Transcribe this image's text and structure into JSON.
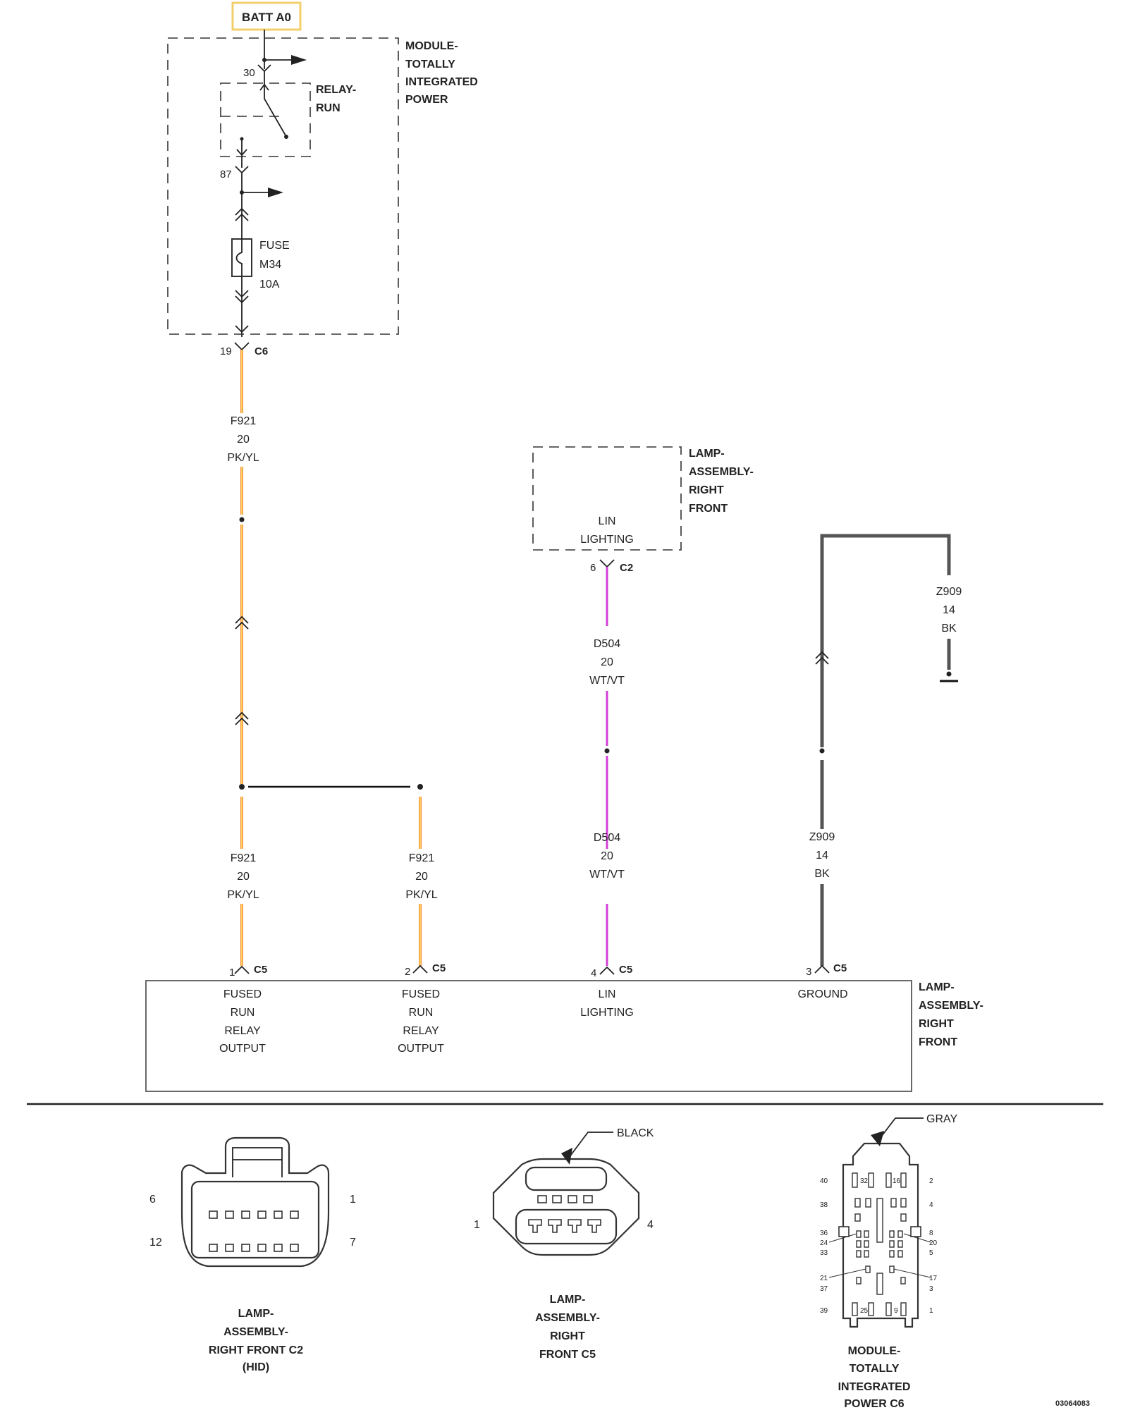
{
  "power": {
    "batt_label": "BATT A0"
  },
  "tipm": {
    "title_lines": [
      "MODULE-",
      "TOTALLY",
      "INTEGRATED",
      "POWER"
    ]
  },
  "relay": {
    "title_lines": [
      "RELAY-",
      "RUN"
    ],
    "pin_in": "30",
    "pin_out": "87"
  },
  "fuse": {
    "lines": [
      "FUSE",
      "M34",
      "10A"
    ]
  },
  "c6": {
    "pin": "19",
    "name": "C6"
  },
  "wires": {
    "f921_upper": [
      "F921",
      "20",
      "PK/YL"
    ],
    "f921_pin1": [
      "F921",
      "20",
      "PK/YL"
    ],
    "f921_pin2": [
      "F921",
      "20",
      "PK/YL"
    ],
    "d504_upper": [
      "D504",
      "20",
      "WT/VT"
    ],
    "d504_lower": [
      "D504",
      "20",
      "WT/VT"
    ],
    "z909_right": [
      "Z909",
      "14",
      "BK"
    ],
    "z909_lower": [
      "Z909",
      "14",
      "BK"
    ]
  },
  "lamp_c2": {
    "title_lines": [
      "LAMP-",
      "ASSEMBLY-",
      "RIGHT",
      "FRONT"
    ],
    "func_lines": [
      "LIN",
      "LIGHTING"
    ],
    "pin": "6",
    "name": "C2"
  },
  "lamp_c5": {
    "title_lines": [
      "LAMP-",
      "ASSEMBLY-",
      "RIGHT",
      "FRONT"
    ],
    "name": "C5",
    "pins": [
      {
        "pin": "1",
        "func_lines": [
          "FUSED",
          "RUN",
          "RELAY",
          "OUTPUT"
        ]
      },
      {
        "pin": "2",
        "func_lines": [
          "FUSED",
          "RUN",
          "RELAY",
          "OUTPUT"
        ]
      },
      {
        "pin": "4",
        "func_lines": [
          "LIN",
          "LIGHTING"
        ]
      },
      {
        "pin": "3",
        "func_lines": [
          "GROUND"
        ]
      }
    ]
  },
  "views": {
    "c2": {
      "pins": {
        "top_left": "6",
        "top_right": "1",
        "bottom_left": "12",
        "bottom_right": "7"
      },
      "caption_lines": [
        "LAMP-",
        "ASSEMBLY-",
        "RIGHT FRONT C2",
        "(HID)"
      ]
    },
    "c5": {
      "color": "BLACK",
      "pins": {
        "left": "1",
        "right": "4"
      },
      "caption_lines": [
        "LAMP-",
        "ASSEMBLY-",
        "RIGHT",
        "FRONT C5"
      ]
    },
    "c6": {
      "color": "GRAY",
      "left_pins": [
        "40",
        "38",
        "36",
        "24",
        "33",
        "21",
        "37",
        "39"
      ],
      "right_pins": [
        "2",
        "4",
        "8",
        "20",
        "5",
        "17",
        "3",
        "1"
      ],
      "inner_pins": [
        "32",
        "16",
        "25",
        "9"
      ],
      "caption_lines": [
        "MODULE-",
        "TOTALLY",
        "INTEGRATED",
        "POWER C6"
      ]
    }
  },
  "doc_number": "03064083"
}
